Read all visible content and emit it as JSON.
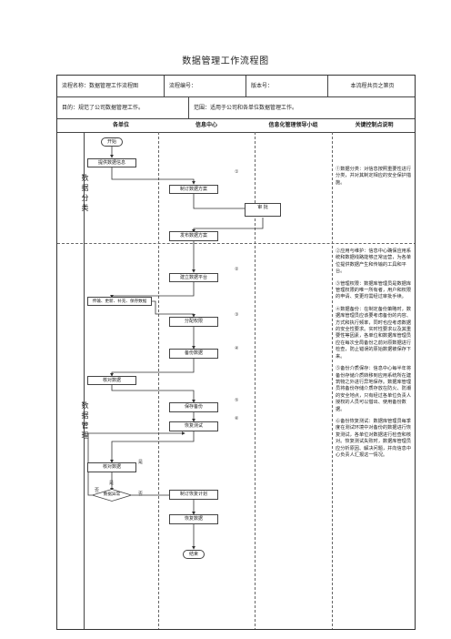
{
  "title": "数据管理工作流程图",
  "header": {
    "process_name": "流程名称：数据管理工作流程图",
    "process_no": "流程编号：",
    "version": "版本号：",
    "total_pages": "本流程共页之第页",
    "purpose": "目的：规范了公司数据管理工作。",
    "scope": "范围：适用于公司和各单位数据管理工作。"
  },
  "lanes": {
    "unit": "各单位",
    "info_center": "信息中心",
    "leader_group": "信息化管理领导小组",
    "key_points": "关键控制点说明"
  },
  "phases": {
    "classify": "数据分类",
    "manage": "数据管理"
  },
  "nodes": {
    "start": "开始",
    "submit_info": "提供数据信息",
    "draft_plan": "制订数据方案",
    "approve": "审 批",
    "publish_plan": "发布数据方案",
    "setup_platform": "建立数据平台",
    "transfer": "传输、更新、补充、保存数据",
    "assign_rights": "分配权限",
    "backup": "备份数据",
    "check_data": "核对数据",
    "save_backup": "保存备份",
    "recovery_test": "恢复测试",
    "verify": "核对数据",
    "restore_plan": "制订恢复计划",
    "restore_data": "恢复数据",
    "end": "结束",
    "decision": "数据异常"
  },
  "markers": {
    "m1": "①",
    "m2": "②",
    "m3": "③",
    "m4": "④",
    "m5": "⑤",
    "m6": "⑥",
    "yes": "是",
    "no": "否"
  },
  "notes": {
    "n1": "①数据分类：对信息按照重要性进行分类，并对其制定相应的安全保护措施。",
    "n2": "②应用与维护：信息中心确保应用系统和数据线路能够正常运营，为各单位提供数据产生和传输的工具和平台。",
    "n3": "③管理权限：数据库管理员是数据库管理权限的唯一所有者，用户和权限的申请、变更均需经过审批手续。",
    "n4": "④数据备份：在制定备份策略时，数据库管理员应该要考虑备份的内容、方式和执行频率，同时也应考虑数据的安全性要求。实时性要求以及其重要性等因素，各单位和数据库管理员应在每次全局备份之前对原数据进行检查，防止错误的原始数据被保存下来。",
    "n5": "⑤备份介质保存：信息中心每半年将备份存储介质转移到应用系统所在建筑物之外进行异地保存。数据库管理员将备份存储介质存放在防火、防潮的安全地点，只有经过各单位负责人授权的人员可以借出、使用备份数据。",
    "n6": "⑥备份恢复测试：数据库管理员每季度在测试环境中对备份的数据进行恢复测试，各单位对数据进行检查和核对。恢复测试失败时，数据库管理员应分析原因、解决问题，并向信息中心负责人汇报这一情况。"
  }
}
